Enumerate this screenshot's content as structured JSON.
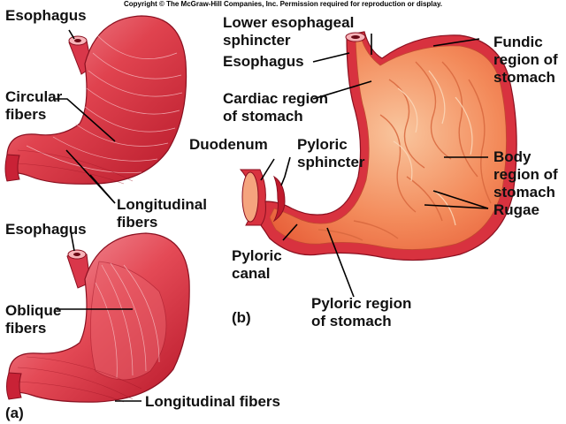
{
  "copyright": "Copyright © The McGraw-Hill Companies, Inc. Permission required for reproduction or display.",
  "panel_a": {
    "panel_label": "(a)",
    "top_stomach": {
      "esophagus": "Esophagus",
      "circular_fibers": "Circular\nfibers",
      "longitudinal_fibers": "Longitudinal\nfibers"
    },
    "bottom_stomach": {
      "esophagus": "Esophagus",
      "oblique_fibers": "Oblique\nfibers",
      "longitudinal_fibers": "Longitudinal fibers"
    }
  },
  "panel_b": {
    "panel_label": "(b)",
    "lower_esophageal_sphincter": "Lower esophageal\nsphincter",
    "esophagus": "Esophagus",
    "cardiac_region": "Cardiac region\nof stomach",
    "duodenum": "Duodenum",
    "pyloric_sphincter": "Pyloric\nsphincter",
    "pyloric_canal": "Pyloric\ncanal",
    "pyloric_region": "Pyloric region\nof stomach",
    "fundic_region": "Fundic\nregion of\nstomach",
    "body_region": "Body\nregion of\nstomach",
    "rugae": "Rugae"
  },
  "colors": {
    "muscle_dark": "#c81e2e",
    "muscle_mid": "#e04552",
    "muscle_light": "#f2a0a8",
    "inner_orange": "#f08050",
    "inner_light": "#f7b890"
  }
}
